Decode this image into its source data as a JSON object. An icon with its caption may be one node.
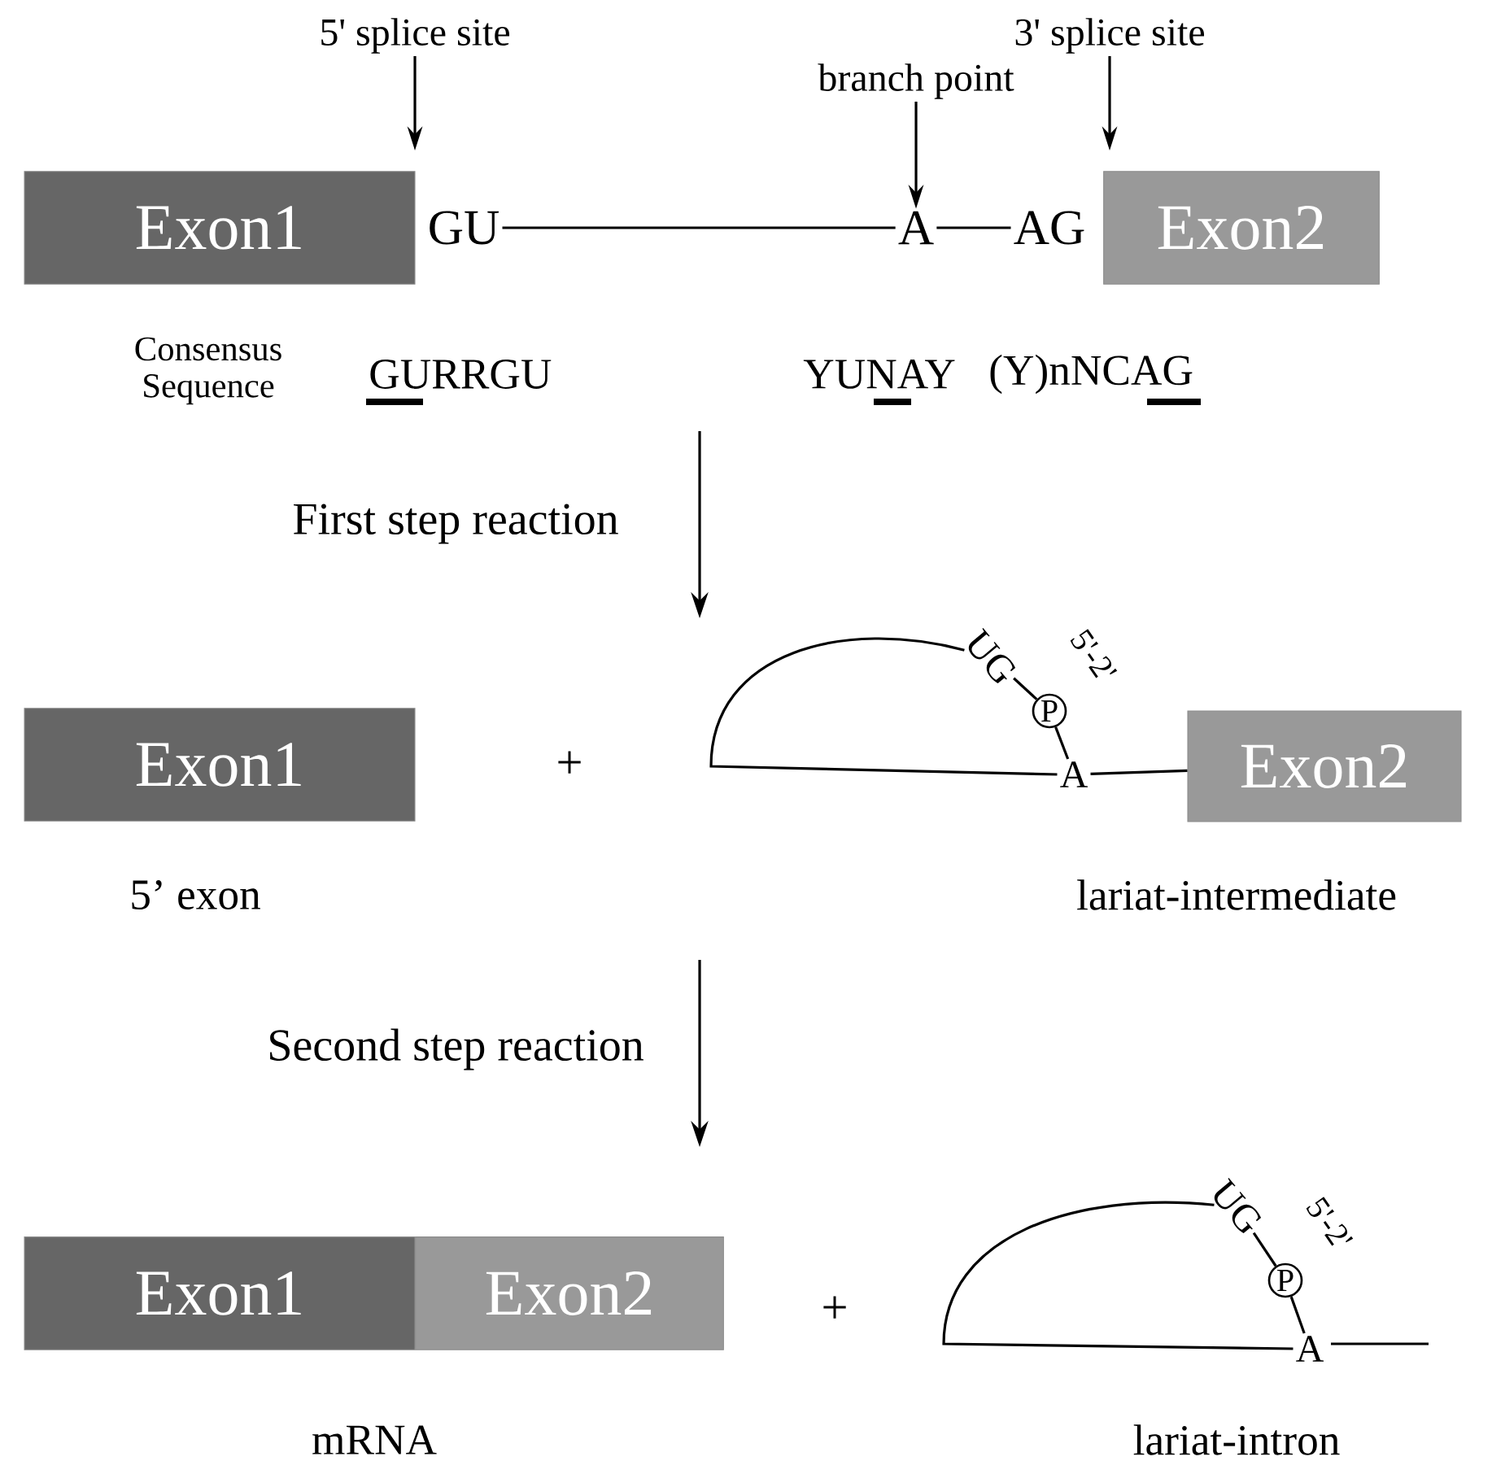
{
  "diagram": {
    "nodes": [
      {
        "text": [
          "5' splice site"
        ]
      },
      {
        "text": [
          "branch point"
        ]
      },
      {
        "text": [
          "3' splice site"
        ]
      },
      {
        "text": [
          "Exon1"
        ]
      },
      {
        "text": [
          "GU"
        ]
      },
      {
        "text": [
          "A"
        ]
      },
      {
        "text": [
          "AG"
        ]
      },
      {
        "text": [
          "Exon2"
        ]
      },
      {
        "text": [
          "Exon1"
        ],
        "beside": [
          "5’ exon"
        ]
      },
      {
        "text": [
          "UG"
        ]
      },
      {
        "text": [
          "P"
        ]
      },
      {
        "text": [
          "A"
        ]
      },
      {
        "text": [
          "Exon2"
        ]
      },
      {
        "text": [
          "Exon1"
        ]
      },
      {
        "text": [
          "Exon2"
        ]
      },
      {
        "text": [
          "UG"
        ]
      },
      {
        "text": [
          "P"
        ]
      },
      {
        "text": [
          "A"
        ]
      }
    ],
    "edges": [
      {
        "from": 0,
        "to": null,
        "arrow": "to"
      },
      {
        "from": 1,
        "to": 5,
        "arrow": "to"
      },
      {
        "from": 2,
        "to": null,
        "arrow": "to"
      },
      {
        "from": 4,
        "to": 5,
        "arrow": "none"
      },
      {
        "from": 5,
        "to": 6,
        "arrow": "none"
      },
      {
        "from": 9,
        "to": 10,
        "arrow": "none"
      },
      {
        "from": 10,
        "to": 11,
        "arrow": "none"
      },
      {
        "from": 11,
        "to": 12,
        "arrow": "none"
      },
      {
        "from": 11,
        "to": 9,
        "arrow": "none"
      },
      {
        "from": 17,
        "to": 15,
        "arrow": "none"
      },
      {
        "from": 15,
        "to": 16,
        "arrow": "none"
      },
      {
        "from": 16,
        "to": 17,
        "arrow": "none"
      }
    ],
    "labels": [
      "Consensus Sequence",
      "GURRGU",
      "YUNAY",
      "(Y)nNCAG",
      "First step reaction",
      "+",
      "5'-2'",
      "lariat-intermediate",
      "Second step reaction",
      "+",
      "5'-2'",
      "mRNA",
      "lariat-intron"
    ]
  }
}
